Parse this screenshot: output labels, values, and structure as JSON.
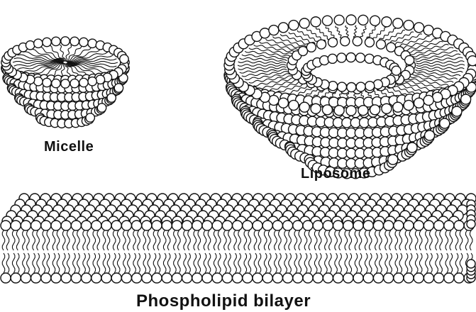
{
  "labels": {
    "micelle": "Micelle",
    "liposome": "Liposome",
    "bilayer": "Phospholipid bilayer"
  },
  "colors": {
    "ink": "#111111",
    "background": "#ffffff"
  }
}
